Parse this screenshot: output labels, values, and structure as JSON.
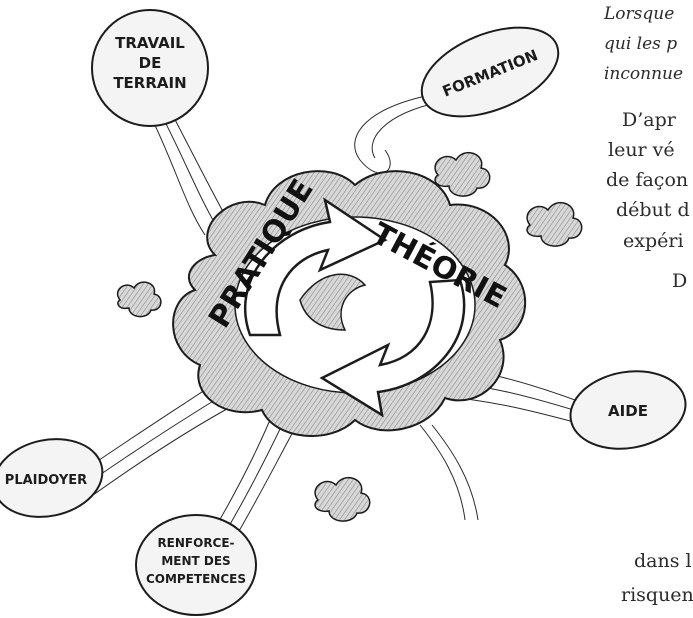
{
  "illustration": {
    "center_labels": {
      "theory": "THÉORIE",
      "practice": "PRATIQUE"
    },
    "balloons": {
      "fieldwork": [
        "TRAVAIL",
        "DE",
        "TERRAIN"
      ],
      "training": "FORMATION",
      "aid": "AIDE",
      "advocacy": "PLAIDOYER",
      "capacity": [
        "RENFORCE-",
        "MENT DES",
        "COMPETENCES"
      ]
    }
  },
  "text": {
    "italic_lines": [
      "Lorsque",
      "qui les p",
      "inconnue"
    ],
    "body_lines": [
      "D’apr",
      "leur vé",
      "de façon",
      "début d",
      "expéri",
      "D"
    ],
    "bottom_lines": [
      "dans l",
      "risquen"
    ]
  },
  "colors": {
    "ink": "#1c1c1c",
    "shade": "#9a9a9a",
    "paper": "#ffffff"
  }
}
